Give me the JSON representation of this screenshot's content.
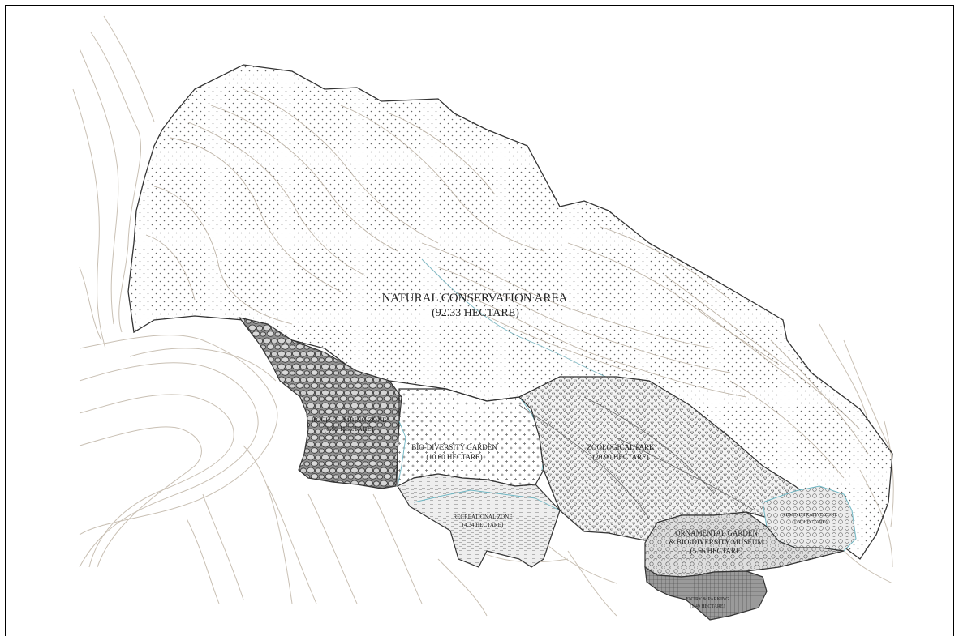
{
  "map": {
    "zones": [
      {
        "id": "natural",
        "name": "NATURAL CONSERVATION AREA",
        "area": "(92.33 HECTARE)"
      },
      {
        "id": "rock",
        "name": "ROCK CLIMBING ZONE",
        "area": "(8.95 HECTARE)"
      },
      {
        "id": "biogarden",
        "name": "BIO-DIVERSITY GARDEN",
        "area": "(10.60 HECTARE)"
      },
      {
        "id": "zoo",
        "name": "ZOOLOGICAL PARK",
        "area": "(20.90 HECTARE)"
      },
      {
        "id": "recreational",
        "name": "RECREATIONAL ZONE",
        "area": "(4.34 HECTARE)"
      },
      {
        "id": "ornamental",
        "name_line1": "ORNAMENTAL GARDEN",
        "name_line2": "& BIO-DIVERSITY MUSEUM",
        "area": "(5.66 HECTARE)"
      },
      {
        "id": "admin",
        "name": "ADMINISTRATIVE ZONE",
        "area": "(1.50 HECTARE)"
      },
      {
        "id": "entry",
        "name": "ENTRY & PARKING",
        "area": "(1.49 HECTARE)"
      }
    ],
    "colors": {
      "boundary": "#333333",
      "contour": "#b8ad9e",
      "inner_boundary": "#6fb7c4",
      "hatch": "#555555"
    }
  }
}
